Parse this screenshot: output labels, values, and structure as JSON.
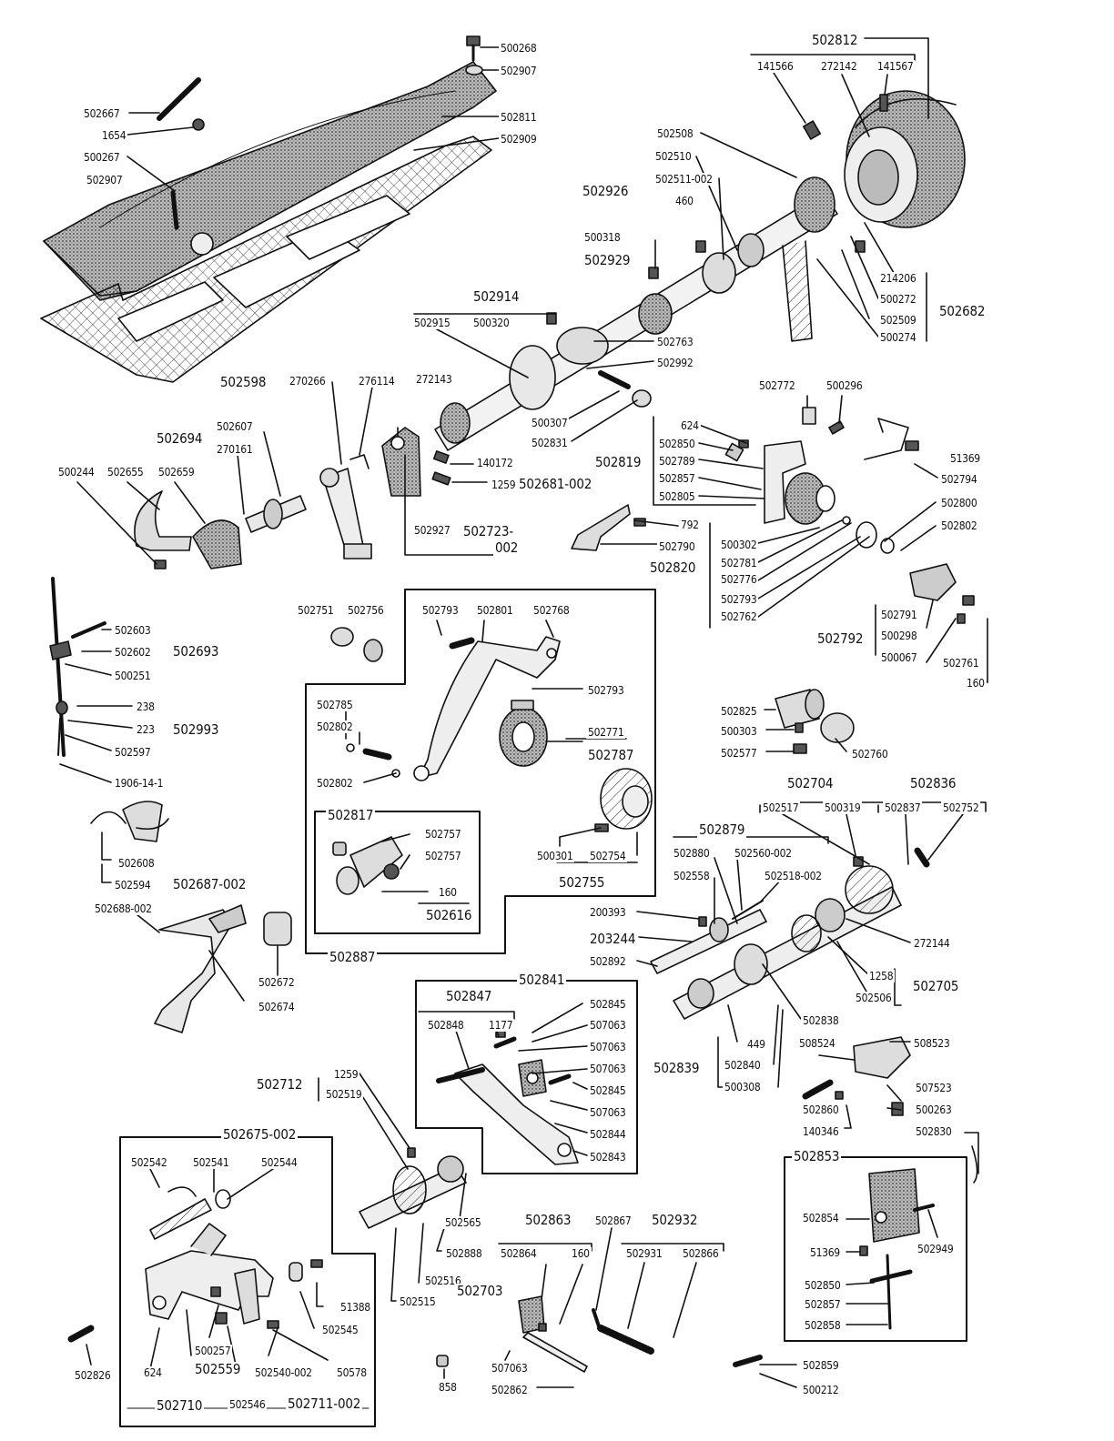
{
  "labels": [
    {
      "t": "500268"
    },
    {
      "t": "502907"
    },
    {
      "t": "502667"
    },
    {
      "t": "1654"
    },
    {
      "t": "500267"
    },
    {
      "t": "502907"
    },
    {
      "t": "502811"
    },
    {
      "t": "502909"
    },
    {
      "t": "502812"
    },
    {
      "t": "141566"
    },
    {
      "t": "272142"
    },
    {
      "t": "141567"
    },
    {
      "t": "502508"
    },
    {
      "t": "502510"
    },
    {
      "t": "502511-002"
    },
    {
      "t": "502926"
    },
    {
      "t": "460"
    },
    {
      "t": "500318"
    },
    {
      "t": "502929"
    },
    {
      "t": "214206"
    },
    {
      "t": "500272"
    },
    {
      "t": "502509"
    },
    {
      "t": "502682"
    },
    {
      "t": "500274"
    },
    {
      "t": "502914"
    },
    {
      "t": "502915"
    },
    {
      "t": "500320"
    },
    {
      "t": "502763"
    },
    {
      "t": "502992"
    },
    {
      "t": "502598"
    },
    {
      "t": "270266"
    },
    {
      "t": "276114"
    },
    {
      "t": "272143"
    },
    {
      "t": "502772"
    },
    {
      "t": "500296"
    },
    {
      "t": "500307"
    },
    {
      "t": "502831"
    },
    {
      "t": "502694"
    },
    {
      "t": "502607"
    },
    {
      "t": "270161"
    },
    {
      "t": "140172"
    },
    {
      "t": "1259"
    },
    {
      "t": "502681-002"
    },
    {
      "t": "624"
    },
    {
      "t": "502850"
    },
    {
      "t": "502789"
    },
    {
      "t": "502819"
    },
    {
      "t": "502857"
    },
    {
      "t": "502805"
    },
    {
      "t": "51369"
    },
    {
      "t": "502794"
    },
    {
      "t": "500244"
    },
    {
      "t": "502655"
    },
    {
      "t": "502659"
    },
    {
      "t": "502927"
    },
    {
      "t": "502723-"
    },
    {
      "t": "002"
    },
    {
      "t": "792"
    },
    {
      "t": "502790"
    },
    {
      "t": "502800"
    },
    {
      "t": "502802"
    },
    {
      "t": "500302"
    },
    {
      "t": "502781"
    },
    {
      "t": "502820"
    },
    {
      "t": "502776"
    },
    {
      "t": "502793"
    },
    {
      "t": "502762"
    },
    {
      "t": "502791"
    },
    {
      "t": "500298"
    },
    {
      "t": "502792"
    },
    {
      "t": "500067"
    },
    {
      "t": "502761"
    },
    {
      "t": "160"
    },
    {
      "t": "502603"
    },
    {
      "t": "502602"
    },
    {
      "t": "502693"
    },
    {
      "t": "500251"
    },
    {
      "t": "502751"
    },
    {
      "t": "502756"
    },
    {
      "t": "502793"
    },
    {
      "t": "502801"
    },
    {
      "t": "502768"
    },
    {
      "t": "502793"
    },
    {
      "t": "238"
    },
    {
      "t": "223"
    },
    {
      "t": "502993"
    },
    {
      "t": "502597"
    },
    {
      "t": "1906-14-1"
    },
    {
      "t": "502785"
    },
    {
      "t": "502802"
    },
    {
      "t": "502802"
    },
    {
      "t": "502771"
    },
    {
      "t": "502787"
    },
    {
      "t": "502825"
    },
    {
      "t": "500303"
    },
    {
      "t": "502577"
    },
    {
      "t": "502760"
    },
    {
      "t": "502704"
    },
    {
      "t": "502836"
    },
    {
      "t": "502517"
    },
    {
      "t": "500319"
    },
    {
      "t": "502837"
    },
    {
      "t": "502752"
    },
    {
      "t": "502817"
    },
    {
      "t": "502757"
    },
    {
      "t": "502757"
    },
    {
      "t": "160"
    },
    {
      "t": "502616"
    },
    {
      "t": "500301"
    },
    {
      "t": "502754"
    },
    {
      "t": "502755"
    },
    {
      "t": "502879"
    },
    {
      "t": "502880"
    },
    {
      "t": "502560-002"
    },
    {
      "t": "502558"
    },
    {
      "t": "502518-002"
    },
    {
      "t": "502608"
    },
    {
      "t": "502594"
    },
    {
      "t": "502687-002"
    },
    {
      "t": "502688-002"
    },
    {
      "t": "200393"
    },
    {
      "t": "203244"
    },
    {
      "t": "272144"
    },
    {
      "t": "502892"
    },
    {
      "t": "502672"
    },
    {
      "t": "502674"
    },
    {
      "t": "502887"
    },
    {
      "t": "502841"
    },
    {
      "t": "1258"
    },
    {
      "t": "502705"
    },
    {
      "t": "502506"
    },
    {
      "t": "502847"
    },
    {
      "t": "502845"
    },
    {
      "t": "502848"
    },
    {
      "t": "1177"
    },
    {
      "t": "507063"
    },
    {
      "t": "507063"
    },
    {
      "t": "507063"
    },
    {
      "t": "502838"
    },
    {
      "t": "449"
    },
    {
      "t": "508524"
    },
    {
      "t": "508523"
    },
    {
      "t": "502839"
    },
    {
      "t": "502840"
    },
    {
      "t": "500308"
    },
    {
      "t": "502845"
    },
    {
      "t": "507063"
    },
    {
      "t": "502712"
    },
    {
      "t": "1259"
    },
    {
      "t": "502519"
    },
    {
      "t": "507523"
    },
    {
      "t": "502860"
    },
    {
      "t": "500263"
    },
    {
      "t": "140346"
    },
    {
      "t": "502830"
    },
    {
      "t": "502844"
    },
    {
      "t": "502843"
    },
    {
      "t": "502853"
    },
    {
      "t": "502675-002"
    },
    {
      "t": "502542"
    },
    {
      "t": "502541"
    },
    {
      "t": "502544"
    },
    {
      "t": "502565"
    },
    {
      "t": "502863"
    },
    {
      "t": "502867"
    },
    {
      "t": "502932"
    },
    {
      "t": "502854"
    },
    {
      "t": "502949"
    },
    {
      "t": "502888"
    },
    {
      "t": "502864"
    },
    {
      "t": "160"
    },
    {
      "t": "502931"
    },
    {
      "t": "502866"
    },
    {
      "t": "51369"
    },
    {
      "t": "502516"
    },
    {
      "t": "502703"
    },
    {
      "t": "502515"
    },
    {
      "t": "51388"
    },
    {
      "t": "502850"
    },
    {
      "t": "502857"
    },
    {
      "t": "502858"
    },
    {
      "t": "502545"
    },
    {
      "t": "500257"
    },
    {
      "t": "502559"
    },
    {
      "t": "624"
    },
    {
      "t": "502540-002"
    },
    {
      "t": "50578"
    },
    {
      "t": "507063"
    },
    {
      "t": "502859"
    },
    {
      "t": "502826"
    },
    {
      "t": "858"
    },
    {
      "t": "502862"
    },
    {
      "t": "500212"
    },
    {
      "t": "502710"
    },
    {
      "t": "502546"
    },
    {
      "t": "502711-002"
    }
  ]
}
